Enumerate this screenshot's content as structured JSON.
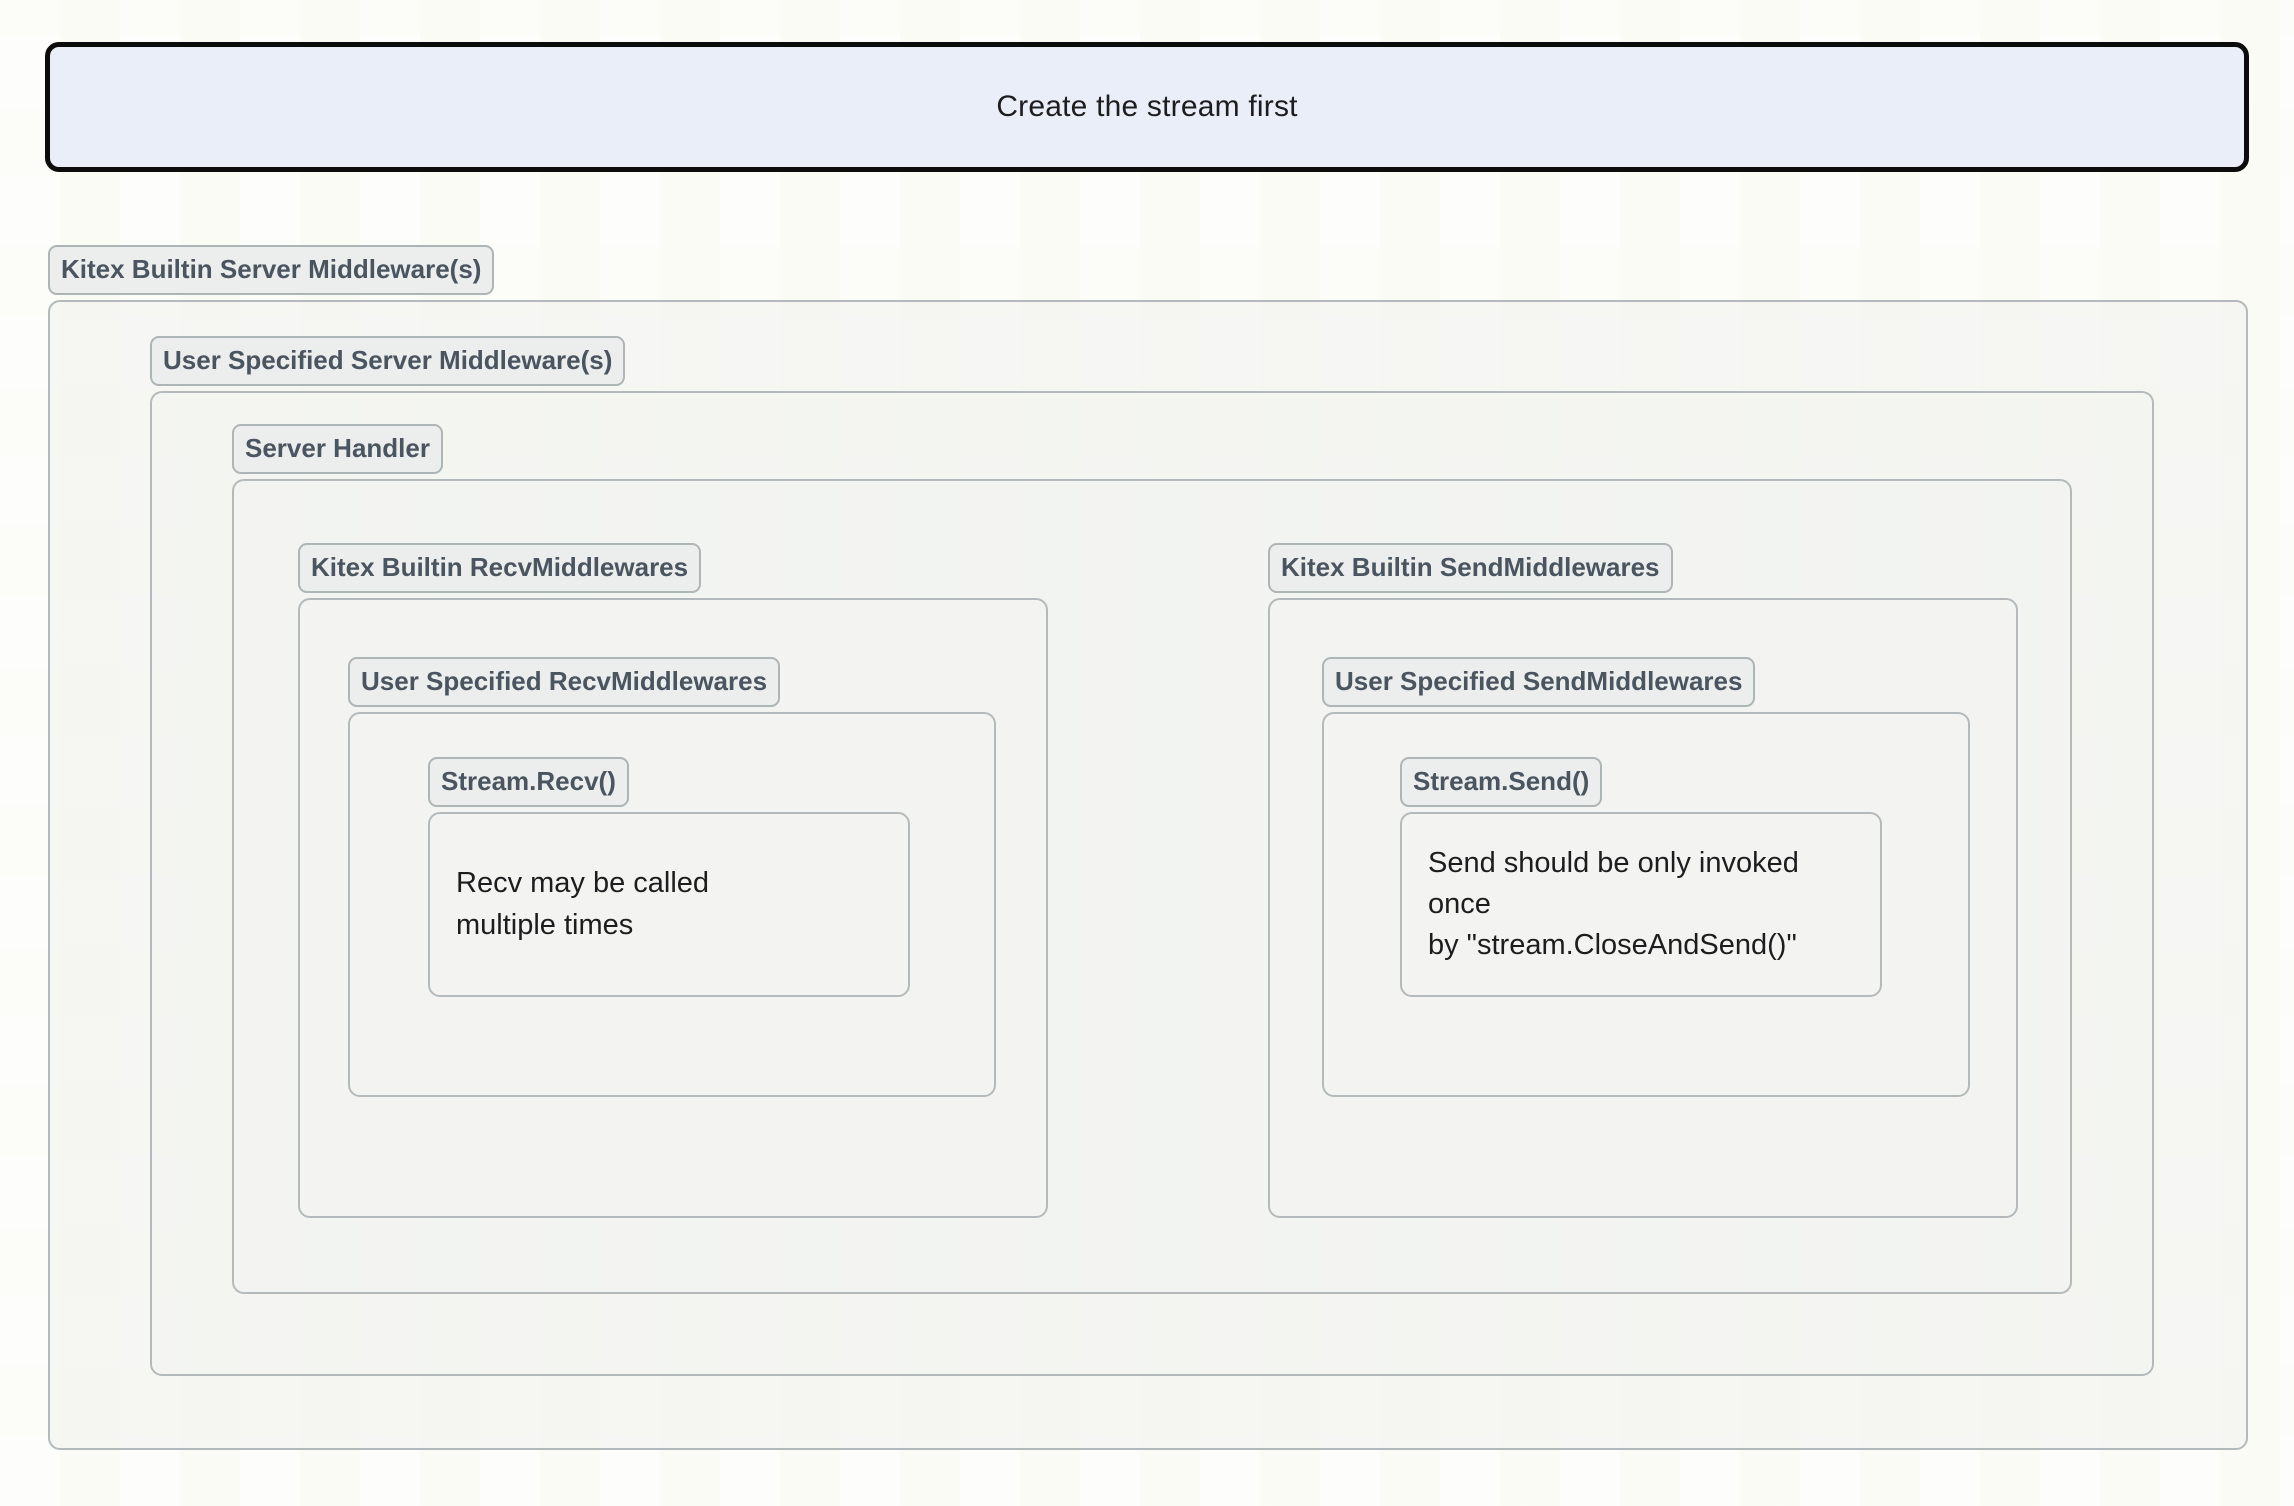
{
  "banner": {
    "text": "Create the stream first",
    "fill": "#e9eef8",
    "border": "#0c0c0c"
  },
  "colors": {
    "page_background": "#fdfdfb",
    "box_border": "#b4babb",
    "chip_background": "#eceded",
    "chip_border": "#aeb5b6",
    "chip_text": "#4a5560",
    "body_text": "#1d1d1f"
  },
  "layers": {
    "kitex_builtin_server_middleware": "Kitex Builtin Server Middleware(s)",
    "user_specified_server_middleware": "User Specified Server Middleware(s)",
    "server_handler": "Server Handler"
  },
  "recv_column": {
    "kitex_builtin_recv_middlewares": "Kitex Builtin RecvMiddlewares",
    "user_specified_recv_middlewares": "User Specified RecvMiddlewares",
    "stream_recv": "Stream.Recv()",
    "note": "Recv may be called\nmultiple times"
  },
  "send_column": {
    "kitex_builtin_send_middlewares": "Kitex Builtin SendMiddlewares",
    "user_specified_send_middlewares": "User Specified SendMiddlewares",
    "stream_send": "Stream.Send()",
    "note": "Send should be only invoked once\nby \"stream.CloseAndSend()\""
  }
}
